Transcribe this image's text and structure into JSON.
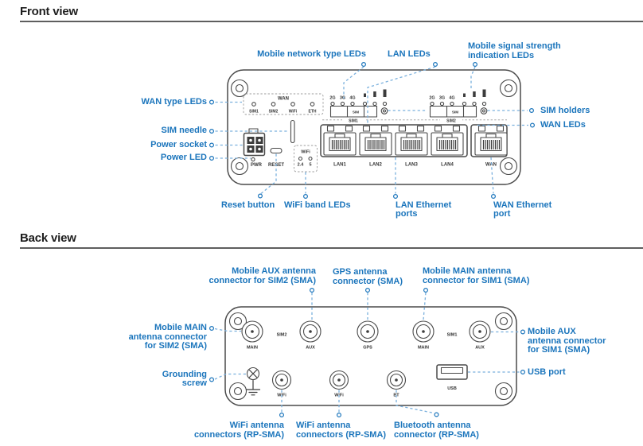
{
  "colors": {
    "label_blue": "#1b75bc",
    "leader_blue": "#7ab0dd",
    "outline": "#4a4a4a",
    "device_text": "#333333"
  },
  "front_view": {
    "heading": "Front view",
    "labels": {
      "mobile_network_type": "Mobile network type LEDs",
      "lan_leds": "LAN LEDs",
      "mobile_signal_strength": "Mobile signal strength\nindication LEDs",
      "wan_type": "WAN type LEDs",
      "sim_needle": "SIM needle",
      "power_socket": "Power socket",
      "power_led": "Power LED",
      "sim_holders": "SIM holders",
      "wan_leds": "WAN LEDs",
      "reset_button": "Reset button",
      "wifi_band_leds": "WiFi band LEDs",
      "lan_ethernet_ports": "LAN Ethernet\nports",
      "wan_ethernet_port": "WAN Ethernet\nport"
    },
    "device": {
      "wan_group": "WAN",
      "wan_group_leds": [
        "SIM1",
        "SIM2",
        "WiFi",
        "ETH"
      ],
      "network_gen": [
        "2G",
        "3G",
        "4G"
      ],
      "sim_tray": "SIM",
      "sim1": "SIM1",
      "sim2": "SIM2",
      "pwr": "PWR",
      "reset": "RESET",
      "wifi_group": "WiFi",
      "wifi_bands": [
        "2.4",
        "5"
      ],
      "ports": [
        "LAN1",
        "LAN2",
        "LAN3",
        "LAN4",
        "WAN"
      ]
    }
  },
  "back_view": {
    "heading": "Back view",
    "labels": {
      "aux_sim2": "Mobile AUX antenna\nconnector for SIM2 (SMA)",
      "gps": "GPS antenna\nconnector (SMA)",
      "main_sim1": "Mobile MAIN antenna\nconnector for SIM1 (SMA)",
      "main_sim2": "Mobile MAIN\nantenna connector\nfor SIM2 (SMA)",
      "grounding": "Grounding\nscrew",
      "aux_sim1": "Mobile AUX\nantenna connector\nfor SIM1 (SMA)",
      "usb": "USB port",
      "wifi1": "WiFi antenna\nconnectors (RP-SMA)",
      "wifi2": "WiFi antenna\nconnectors (RP-SMA)",
      "bluetooth": "Bluetooth antenna\nconnector (RP-SMA)"
    },
    "device": {
      "top_connectors": [
        "MAIN",
        "AUX",
        "GPS",
        "MAIN",
        "AUX"
      ],
      "sim2": "SIM2",
      "sim1": "SIM1",
      "bottom_connectors": [
        "WiFi",
        "WiFi",
        "BT"
      ],
      "usb": "USB"
    }
  }
}
